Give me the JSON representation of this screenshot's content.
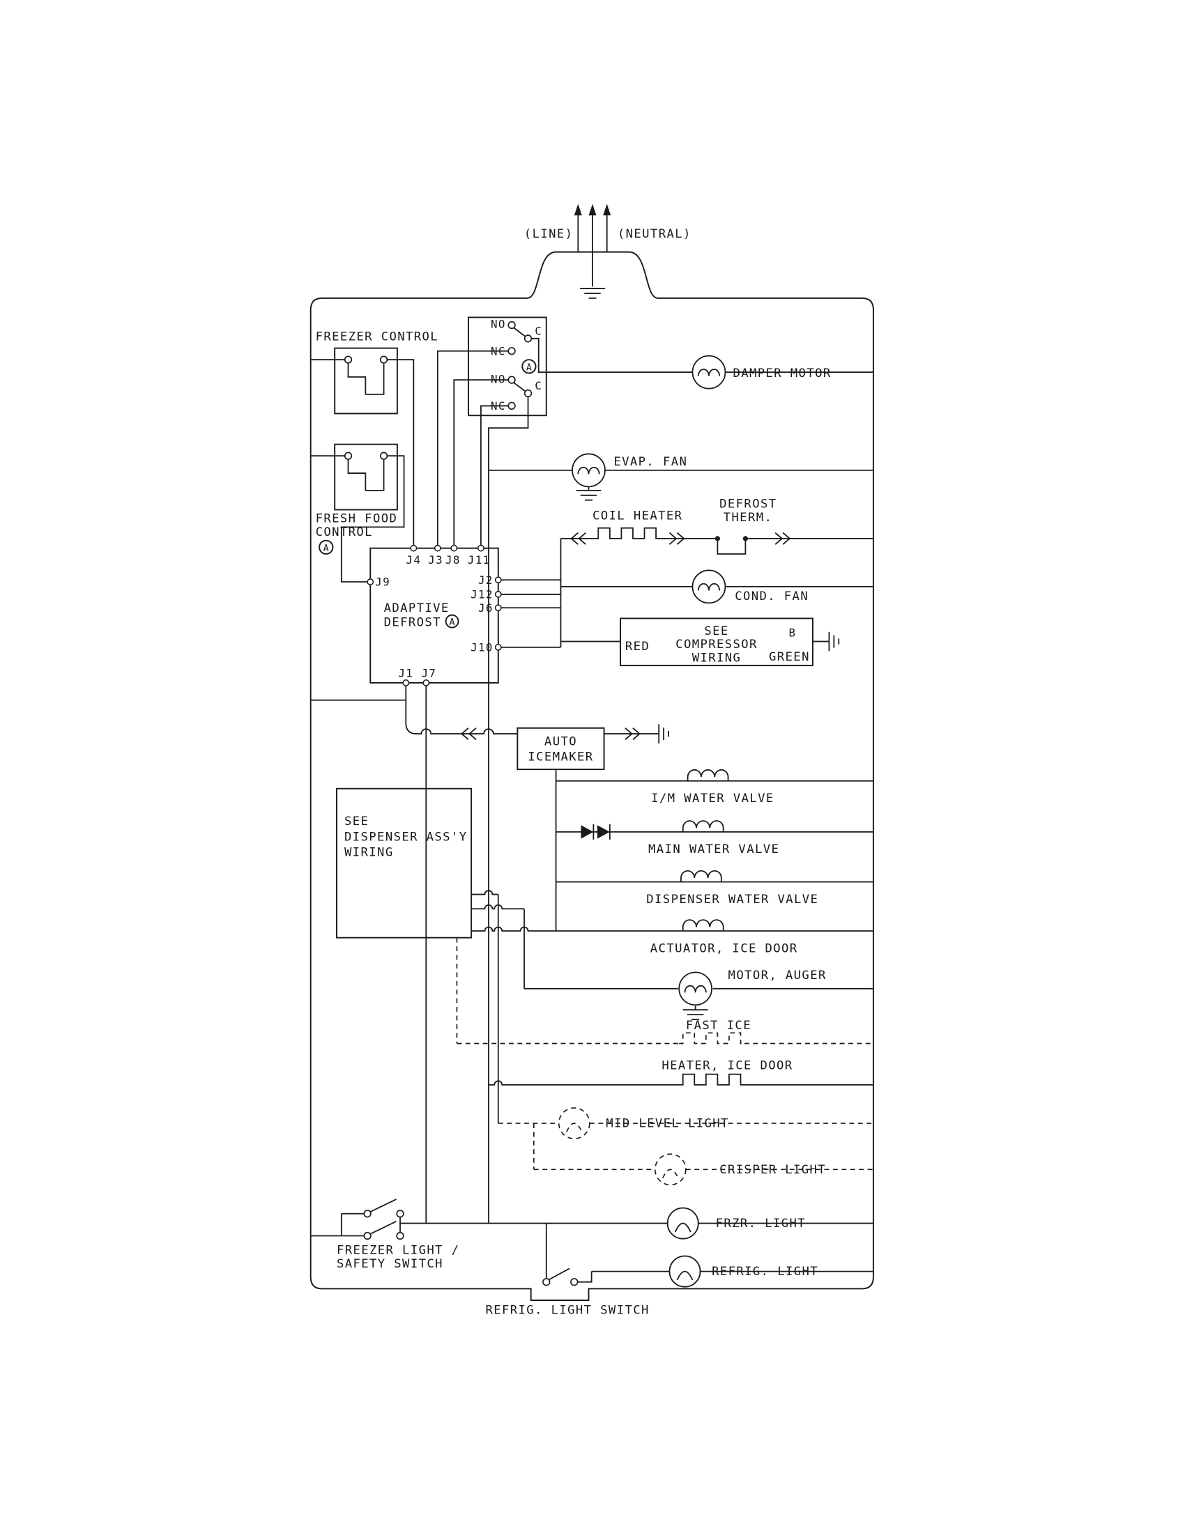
{
  "title": "Refrigerator Wiring Schematic",
  "colors": {
    "ink": "#1a1a1a",
    "background": "#ffffff"
  },
  "labels": {
    "line": "(LINE)",
    "neutral": "(NEUTRAL)",
    "freezer_control": "FREEZER CONTROL",
    "no": "NO",
    "nc": "NC",
    "c": "C",
    "badge_a": "A",
    "damper_motor": "DAMPER MOTOR",
    "evap_fan": "EVAP. FAN",
    "coil_heater": "COIL HEATER",
    "defrost_1": "DEFROST",
    "defrost_2": "THERM.",
    "fresh_food_1": "FRESH FOOD",
    "fresh_food_2": "CONTROL",
    "adaptive_1": "ADAPTIVE",
    "adaptive_2": "DEFROST",
    "cond_fan": "COND. FAN",
    "comp_see": "SEE",
    "comp_compressor": "COMPRESSOR",
    "comp_wiring": "WIRING",
    "red": "RED",
    "green": "GREEN",
    "b": "B",
    "auto": "AUTO",
    "icemaker": "ICEMAKER",
    "im_water_valve": "I/M WATER VALVE",
    "main_water_valve": "MAIN WATER VALVE",
    "dispenser_water_valve": "DISPENSER WATER VALVE",
    "actuator_ice_door": "ACTUATOR, ICE DOOR",
    "motor_auger": "MOTOR, AUGER",
    "disp_see": "SEE",
    "disp_assy": "DISPENSER ASS'Y",
    "disp_wiring": "WIRING",
    "fast_ice": "FAST ICE",
    "heater_ice_door": "HEATER, ICE DOOR",
    "mid_level_light": "MID LEVEL LIGHT",
    "crisper_light": "CRISPER LIGHT",
    "frzr_light": "FRZR. LIGHT",
    "refrig_light": "REFRIG. LIGHT",
    "freezer_light_1": "FREEZER LIGHT /",
    "freezer_light_2": "SAFETY SWITCH",
    "refrig_light_switch": "REFRIG. LIGHT SWITCH"
  },
  "connectors": {
    "j1": "J1",
    "j2": "J2",
    "j3": "J3",
    "j4": "J4",
    "j6": "J6",
    "j7": "J7",
    "j8": "J8",
    "j9": "J9",
    "j10": "J10",
    "j11": "J11",
    "j12": "J12"
  }
}
